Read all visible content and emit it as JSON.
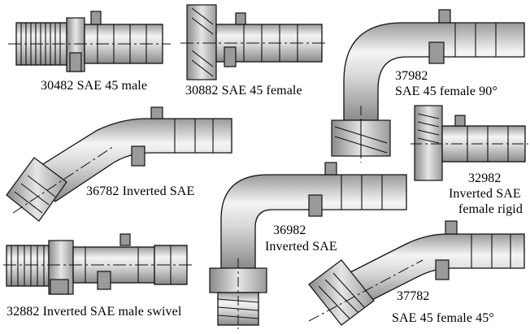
{
  "parts": [
    {
      "code": "30482",
      "desc": "SAE 45 male"
    },
    {
      "code": "30882",
      "desc": "SAE 45 female"
    },
    {
      "code": "37982",
      "desc": "SAE 45 female 90°"
    },
    {
      "code": "36782",
      "desc": "Inverted SAE"
    },
    {
      "code": "32982",
      "desc_line1": "Inverted SAE",
      "desc_line2": "female rigid"
    },
    {
      "code": "36982",
      "desc": "Inverted SAE"
    },
    {
      "code": "32882",
      "desc": "Inverted SAE male swivel"
    },
    {
      "code": "37782",
      "desc": "SAE 45 female 45°"
    }
  ],
  "colors": {
    "metal_light": "#f2f2f2",
    "metal_mid": "#c8c8c8",
    "metal_dark": "#8c8c8c",
    "outline": "#111111"
  }
}
